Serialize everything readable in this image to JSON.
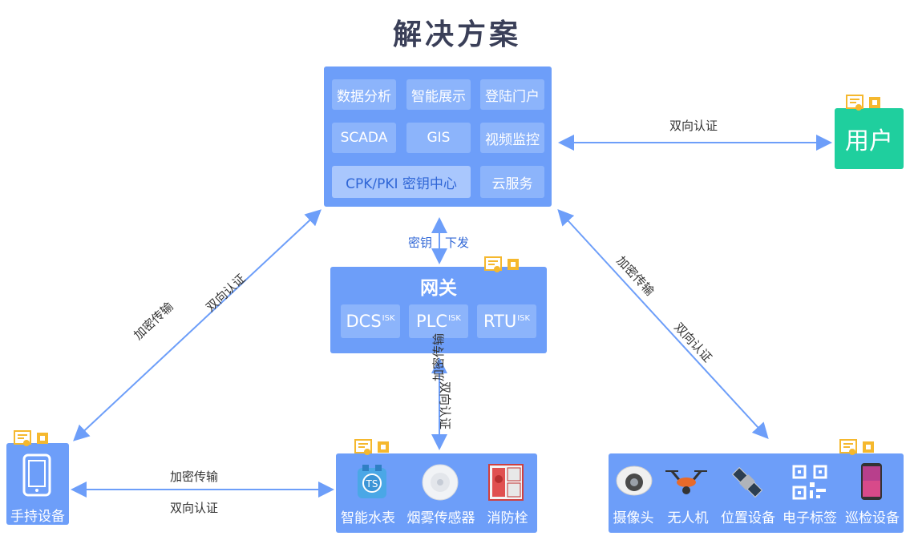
{
  "title": "解决方案",
  "platform": {
    "row1": [
      "数据分析",
      "智能展示",
      "登陆门户"
    ],
    "row2": [
      "SCADA",
      "GIS",
      "视频监控"
    ],
    "row3": [
      "CPK/PKI 密钥中心",
      "云服务"
    ]
  },
  "gateway": {
    "title": "网关",
    "items": [
      {
        "name": "DCS",
        "sup": "ISK"
      },
      {
        "name": "PLC",
        "sup": "ISK"
      },
      {
        "name": "RTU",
        "sup": "ISK"
      }
    ]
  },
  "user": {
    "label": "用户"
  },
  "handheld": {
    "label": "手持设备"
  },
  "sensors": {
    "items": [
      "智能水表",
      "烟雾传感器",
      "消防栓"
    ]
  },
  "devices": {
    "items": [
      "摄像头",
      "无人机",
      "位置设备",
      "电子标签",
      "巡检设备"
    ]
  },
  "links": {
    "platform_user": "双向认证",
    "key_left": "密钥",
    "key_right": "下发",
    "left_diag_outer": "加密传输",
    "left_diag_inner": "双向认证",
    "right_diag_outer": "加密传输",
    "right_diag_inner": "双向认证",
    "gw_sensor_left": "加密传输",
    "gw_sensor_right": "双向认证",
    "bottom_top": "加密传输",
    "bottom_bottom": "双向认证"
  },
  "colors": {
    "panel": "#6d9ef9",
    "tile": "#8cb4fb",
    "user": "#1fcf9e",
    "badge": "#f5b82e",
    "arrow": "#6d9ef9"
  }
}
